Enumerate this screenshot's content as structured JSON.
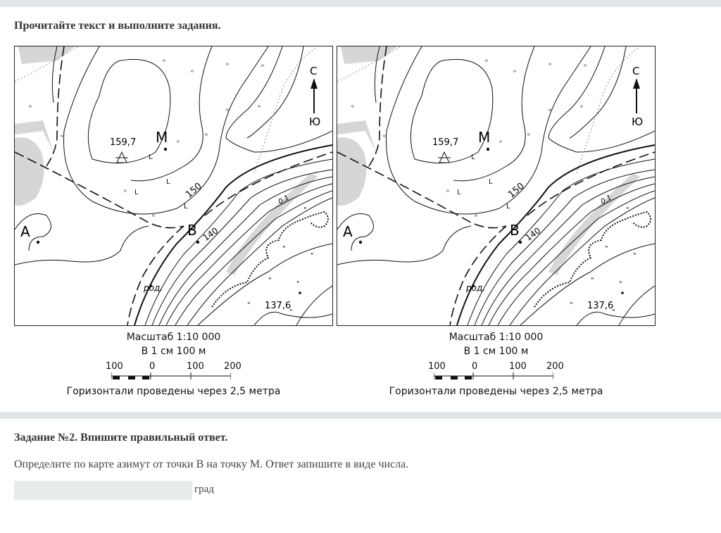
{
  "header": {
    "instruction": "Прочитайте текст и выполните задания."
  },
  "map": {
    "north": "С",
    "south": "Ю",
    "height_top": "159,7",
    "point_m": "М",
    "point_a": "А",
    "point_b": "В",
    "contour_150": "150",
    "contour_140": "140",
    "spring": "род.",
    "height_low": "137,6",
    "stream_speed": "0,1",
    "scale_title": "Масштаб 1:10 000",
    "scale_sub": "В 1 см 100 м",
    "scale_ticks": [
      "100",
      "0",
      "100",
      "200"
    ],
    "contour_note": "Горизонтали проведены через 2,5 метра"
  },
  "task": {
    "title": "Задание №2. Впишите правильный ответ.",
    "question": "Определите по карте азимут от точки В на точку М. Ответ запишите в виде числа.",
    "answer_value": "",
    "unit": "град"
  }
}
